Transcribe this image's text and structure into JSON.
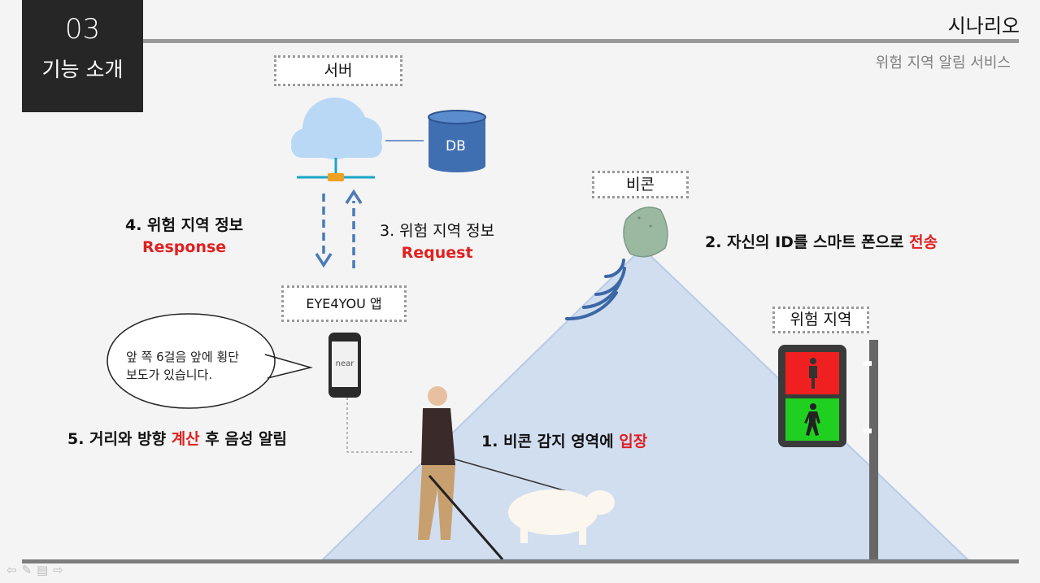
{
  "section": {
    "number": "03",
    "name": "기능 소개"
  },
  "header": {
    "title": "시나리오",
    "subtitle": "위험 지역 알림 서비스"
  },
  "labels": {
    "server": "서버",
    "db": "DB",
    "beacon": "비콘",
    "app": "EYE4YOU 앱",
    "danger_zone": "위험 지역",
    "phone_screen": "near"
  },
  "steps": {
    "step4": {
      "text": "4. 위험 지역 정보",
      "sub": "Response"
    },
    "step3": {
      "text": "3. 위험 지역 정보",
      "sub": "Request"
    },
    "step2": {
      "text": "2. 자신의 ID를 스마트 폰으로 ",
      "highlight": "전송"
    },
    "step5": {
      "text_before": "5. 거리와 방향 ",
      "highlight": "계산",
      "text_after": " 후 음성 알림"
    },
    "step1": {
      "text": "1. 비콘 감지 영역에 ",
      "highlight": "입장"
    }
  },
  "speech_bubble": {
    "text": "앞 쪽 6걸음 앞에 횡단\n보도가 있습니다."
  },
  "colors": {
    "accent_red": "#e02020",
    "header_dark": "#262626",
    "arrow_blue": "#4a7ab8",
    "zone_blue": "#c5d6ef"
  },
  "footer_nav": {
    "icons": [
      "arrow-left-icon",
      "pen-icon",
      "menu-icon",
      "arrow-right-icon"
    ],
    "glyphs": "⇦✎▤⇨"
  }
}
